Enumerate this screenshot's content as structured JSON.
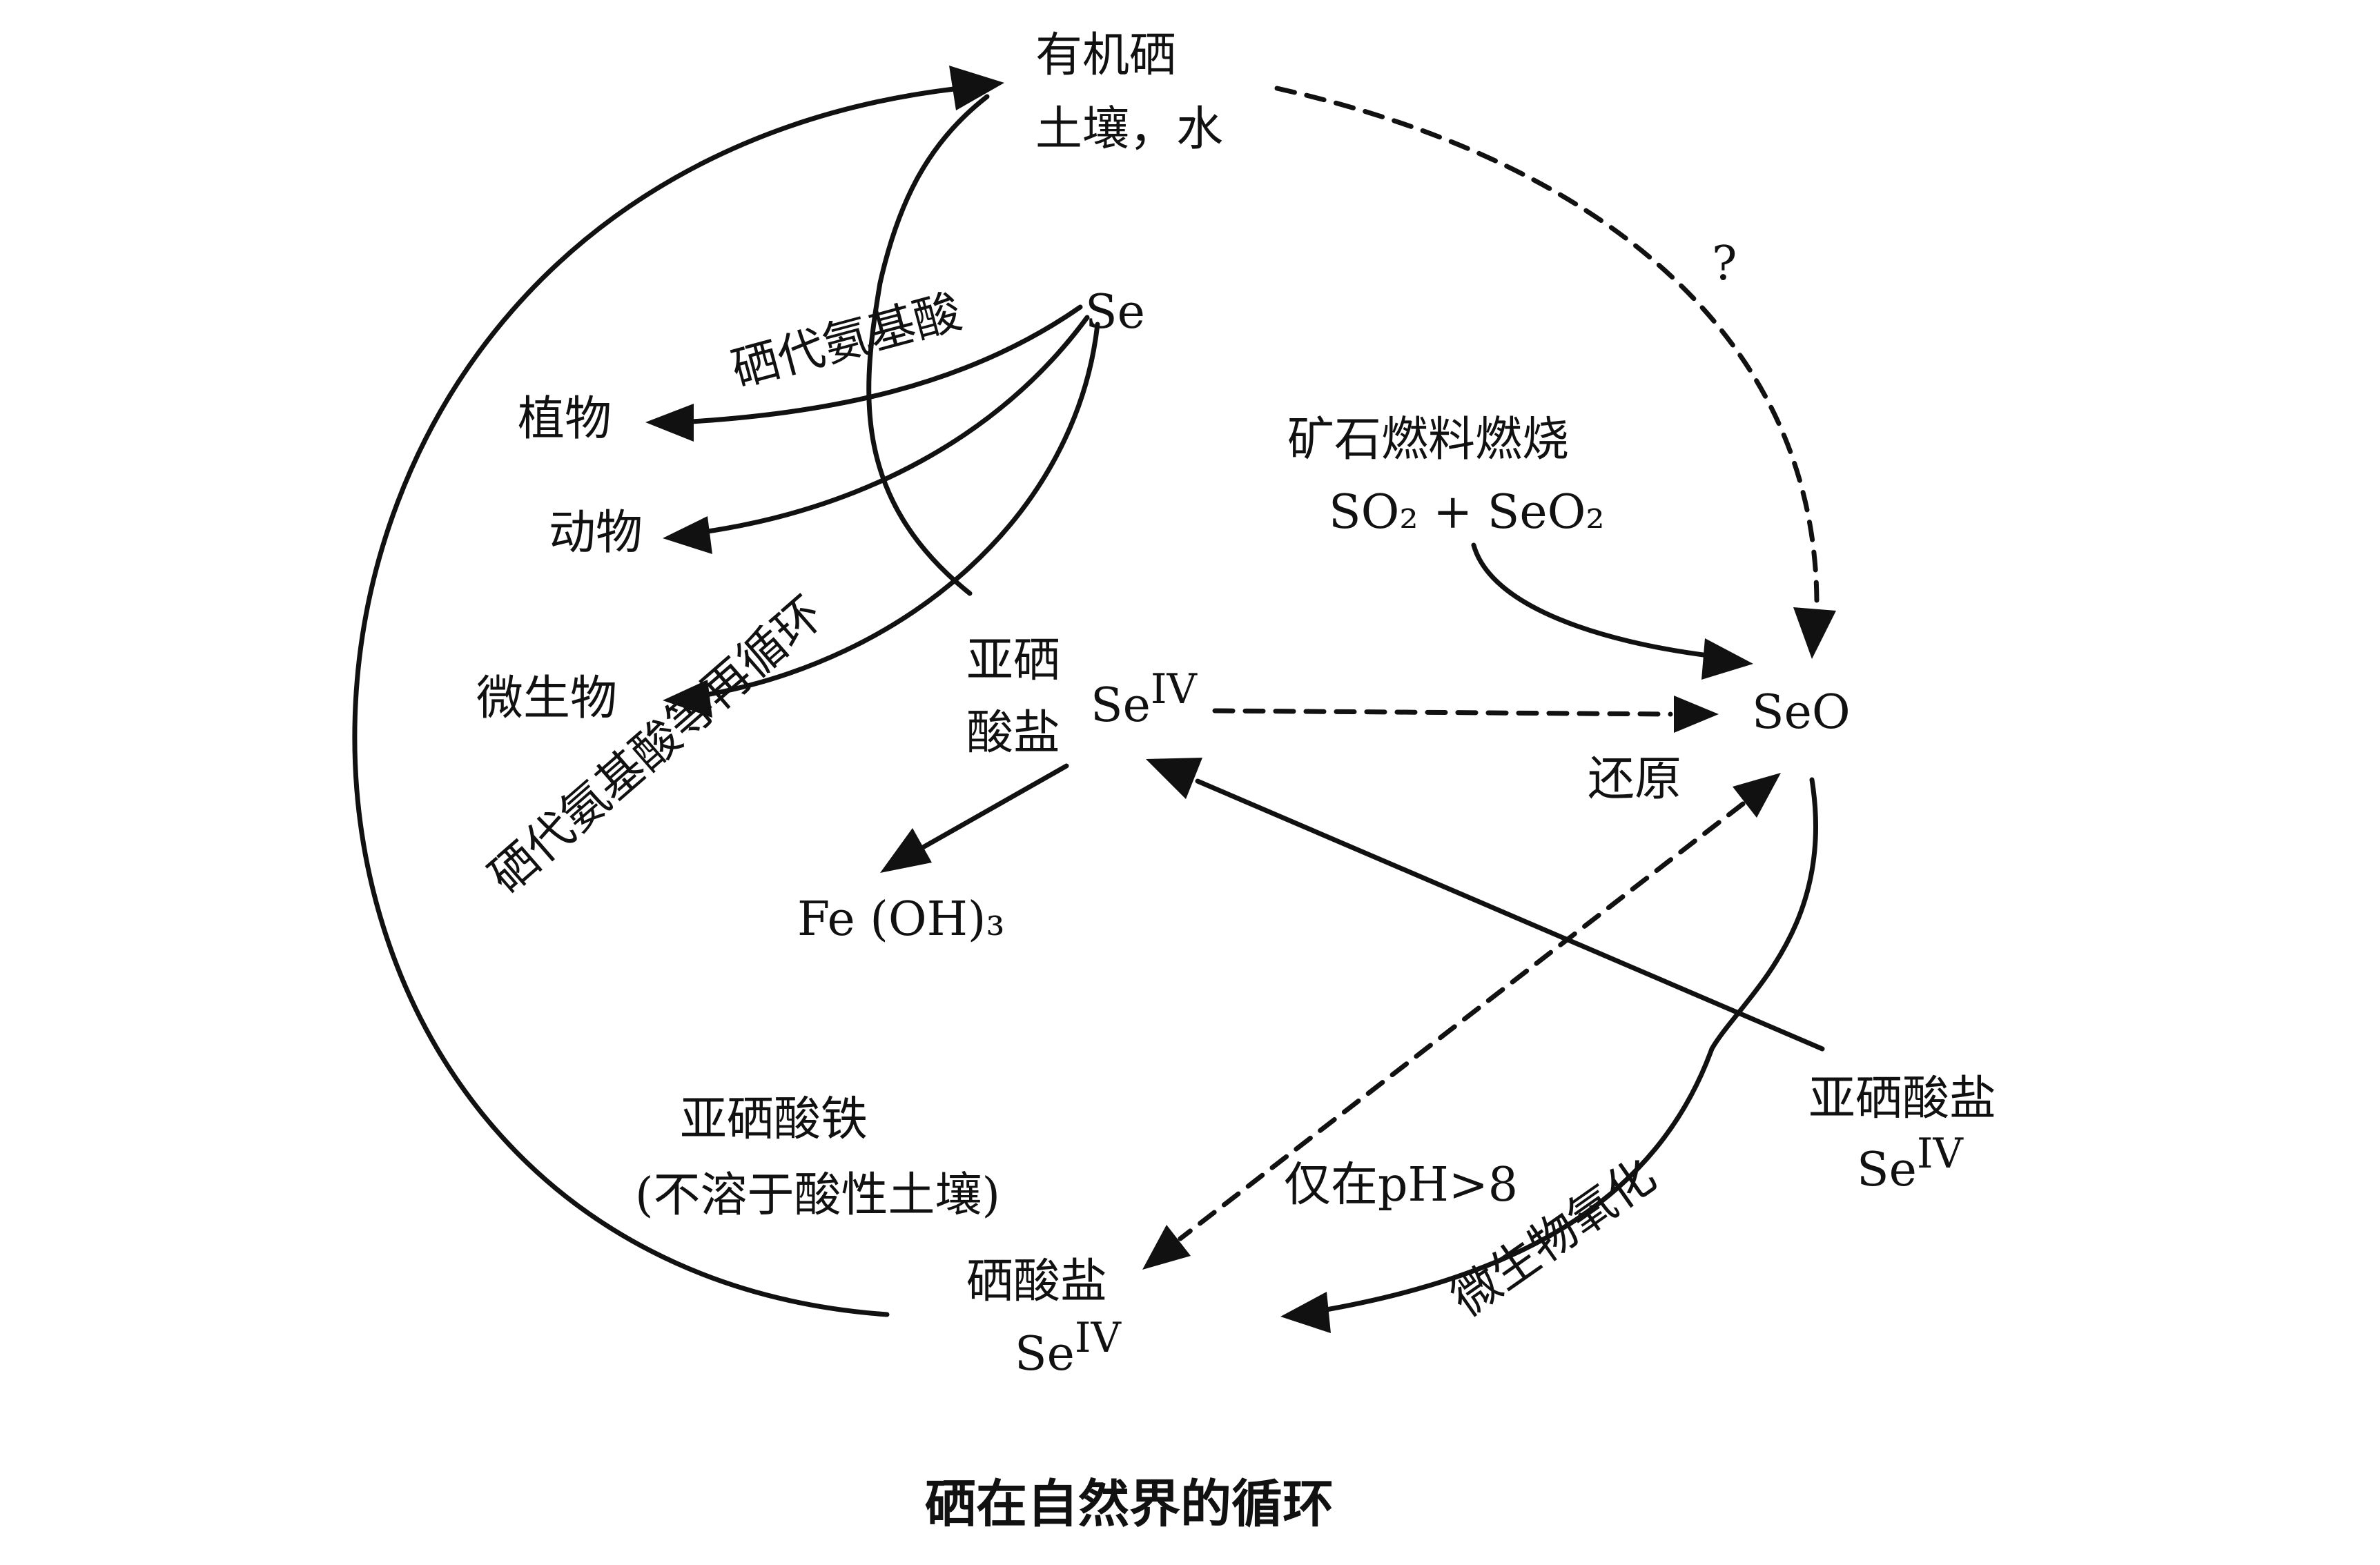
{
  "nodes": {
    "organic_se": "有机硒",
    "soil_water": "土壤，水",
    "question": "?",
    "se": "Se",
    "seleno_amino_acid": "硒代氨基酸",
    "plants": "植物",
    "animals": "动物",
    "microbes": "微生物",
    "ore_burning": "矿石燃料燃烧",
    "so2_seo2": "SO₂ + SeO₂",
    "seo": "SeO",
    "reduction": "还原",
    "selenite_center_line1": "亚硒",
    "selenite_center_line2": "酸盐",
    "selenite_center_formula": "Se",
    "selenite_center_sup": "IV",
    "fe_oh3": "Fe (OH)₃",
    "recycle": "硒代氨基酸等再循环",
    "iron_selenite": "亚硒酸铁",
    "insoluble": "(不溶于酸性土壤)",
    "only_ph": "仅在pH>8",
    "microbial_oxidation": "微生物氧化",
    "selenite_right": "亚硒酸盐",
    "selenite_right_formula": "Se",
    "selenite_right_sup": "IV",
    "selenate": "硒酸盐",
    "selenate_formula": "Se",
    "selenate_sup": "IV"
  },
  "caption": "硒在自然界的循环"
}
